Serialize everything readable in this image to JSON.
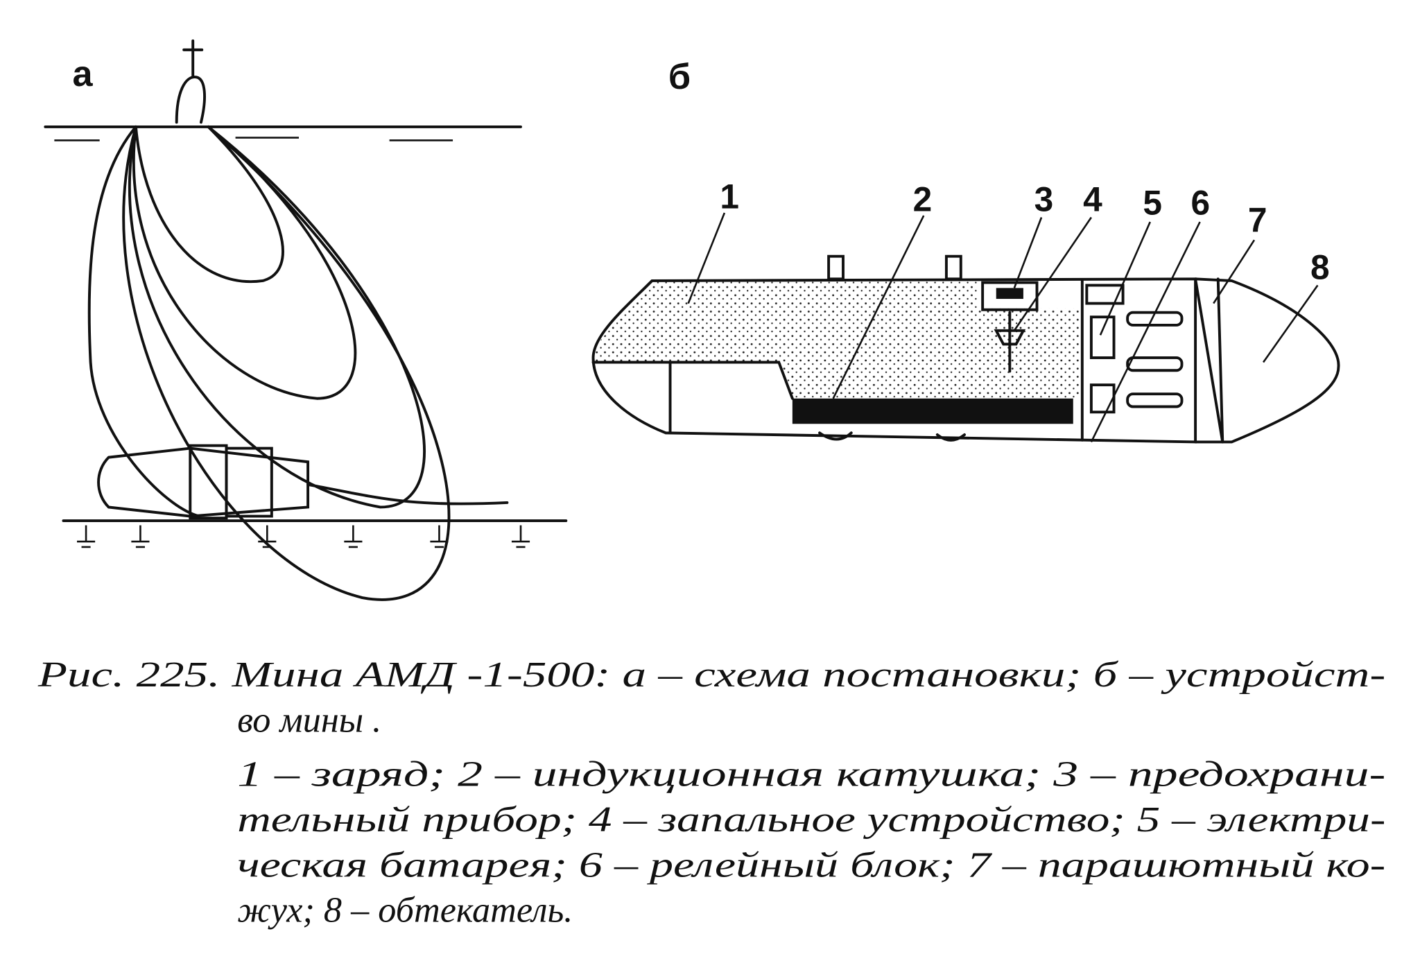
{
  "panels": {
    "a_label": "а",
    "b_label": "б"
  },
  "callouts": [
    "1",
    "2",
    "3",
    "4",
    "5",
    "6",
    "7",
    "8"
  ],
  "caption": {
    "lines": [
      "Рис. 225. Мина АМД -1-500: а – схема постановки; б – устройст-",
      "во мины .",
      "1 – заряд; 2 – индукционная катушка; 3 – предохрани-",
      "тельный прибор; 4 – запальное устройство; 5 – электри-",
      "ческая батарея; 6 – релейный блок; 7 – парашютный ко-",
      "жух; 8 – обтекатель."
    ]
  }
}
